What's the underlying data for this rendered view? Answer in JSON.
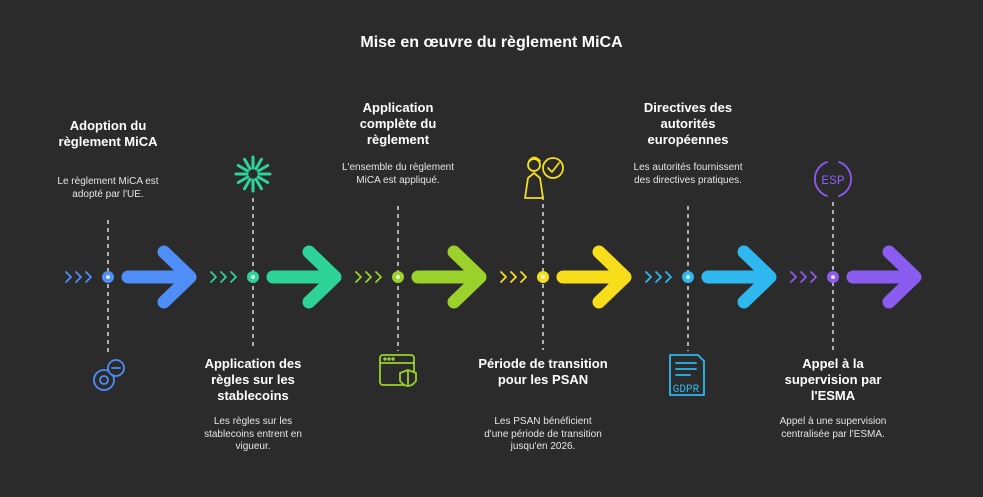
{
  "title": "Mise en œuvre du règlement MiCA",
  "steps": [
    {
      "heading": "Adoption du règlement MiCA",
      "description": "Le règlement MiCA est adopté par l'UE.",
      "color": "#4f8ef7",
      "icon": "at-minus-icon",
      "position": "top"
    },
    {
      "heading": "Application des règles sur les stablecoins",
      "description": "Les règles sur les stablecoins entrent en vigueur.",
      "color": "#2ed39a",
      "icon": "starburst-icon",
      "position": "bottom"
    },
    {
      "heading": "Application complète du règlement",
      "description": "L'ensemble du règlement MiCA est appliqué.",
      "color": "#9ad12a",
      "icon": "browser-shield-icon",
      "position": "top"
    },
    {
      "heading": "Période de transition pour les PSAN",
      "description": "Les PSAN bénéficient d'une période de transition jusqu'en 2026.",
      "color": "#f7dd1a",
      "icon": "person-check-icon",
      "position": "bottom"
    },
    {
      "heading": "Directives des autorités européennes",
      "description": "Les autorités fournissent des directives pratiques.",
      "color": "#2fb8f0",
      "icon": "gdpr-document-icon",
      "position": "top"
    },
    {
      "heading": "Appel à la supervision par l'ESMA",
      "description": "Appel à une supervision centralisée par l'ESMA.",
      "color": "#8a5cf0",
      "icon": "esp-badge-icon",
      "position": "bottom"
    }
  ],
  "icon_labels": {
    "gdpr": "GDPR",
    "esp": "ESP"
  }
}
